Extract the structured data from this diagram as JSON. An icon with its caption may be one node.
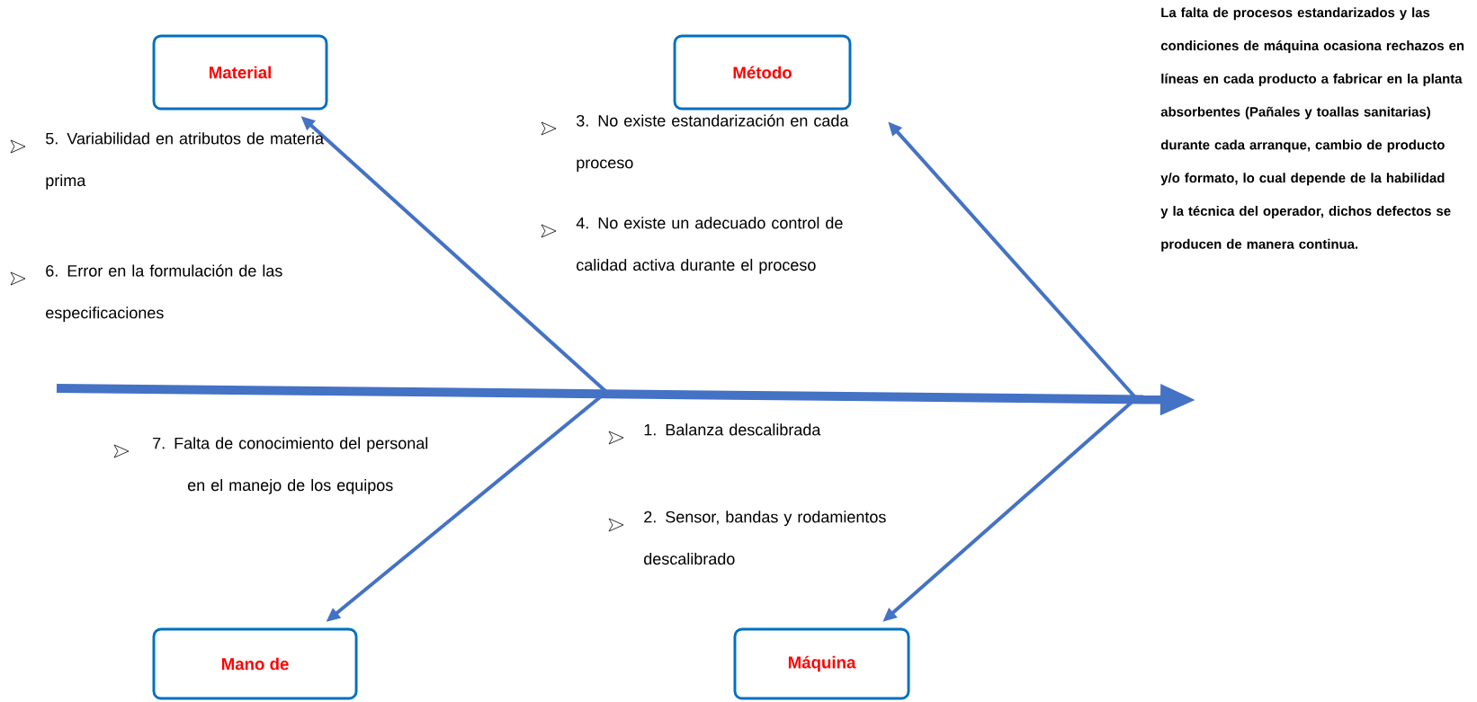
{
  "diagram": {
    "nodes": [
      {
        "text": [
          "Material"
        ]
      },
      {
        "text": [
          "Método"
        ]
      },
      {
        "text": [
          "Mano de"
        ]
      },
      {
        "text": [
          "Máquina"
        ]
      }
    ],
    "edges": [
      {
        "from": null,
        "to": 0,
        "arrow": "to"
      },
      {
        "from": null,
        "to": 1,
        "arrow": "to"
      },
      {
        "from": null,
        "to": 2,
        "arrow": "to"
      },
      {
        "from": null,
        "to": 3,
        "arrow": "to"
      }
    ],
    "labels": [
      "5. Variabilidad en atributos de materia prima",
      "6. Error en la formulación de las especificaciones",
      "3. No existe estandarización en cada proceso",
      "4. No existe un adecuado control de calidad activa durante el proceso",
      "7. Falta de conocimiento del personal en el manejo de los equipos",
      "1. Balanza descalibrada",
      "2. Sensor, bandas y rodamientos descalibrado",
      "La falta de procesos estandarizados y las condiciones de máquina ocasiona rechazos en líneas en cada producto a fabricar en la planta absorbentes (Pañales y toallas sanitarias) durante cada arranque, cambio de producto y/o formato, lo cual depende de la habilidad y la técnica del operador, dichos defectos se producen de manera continua."
    ]
  }
}
